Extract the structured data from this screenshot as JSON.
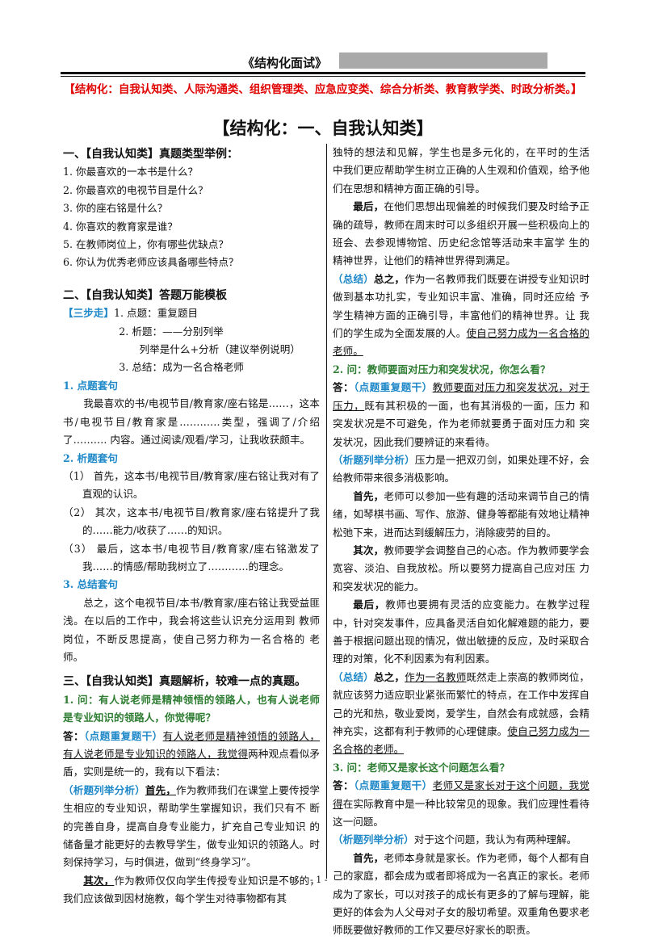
{
  "header": {
    "title": "《结构化面试》",
    "categories": "【结构化：自我认知类、人际沟通类、组织管理类、应急应变类、综合分析类、教育教学类、时政分析类。】",
    "main_title": "【结构化：一、自我认知类】"
  },
  "left": {
    "s1_heading": "一、【自我认知类】真题类型举例：",
    "s1_items": [
      "1. 你最喜欢的一本书是什么？",
      "2. 你最喜欢的电视节目是什么？",
      "3. 你的座右铭是什么？",
      "4. 你喜欢的教育家是谁？",
      "5. 在教师岗位上，你有哪些优缺点？",
      "6. 你认为优秀老师应该具备哪些特点？"
    ],
    "s2_heading": "二、【自我认知类】答题万能模板",
    "steps_tag": "【三步走】",
    "step1": "1. 点题：重复题目",
    "step2": "2. 析题：——分别列举",
    "step2b": "列举是什么+分析（建议举例说明）",
    "step3": "3. 总结：成为一名合格老师",
    "p1_heading": "1. 点题套句",
    "p1_text": "我最喜欢的书/电视节目/教育家/座右铭是……，这本书/电视节目/教育家是…………类型，强调了/介绍了………. 内容。通过阅读/观看/学习，让我收获颇丰。",
    "p2_heading": "2. 析题套句",
    "p2_items": [
      "（1） 首先，这本书/电视节目/教育家/座右铭让我对有了直观的认识。",
      "（2） 其次，这本书/电视节目/教育家/座右铭提升了我的……能力/收获了……的知识。",
      "（3） 最后，这本书/电视节目/教育家/座右铭激发了我……的情感/帮助我树立了…………的理念。"
    ],
    "p3_heading": "3. 总结套句",
    "p3_text": "总之，这个电视节目/本书/教育家/座右铭让我受益匪浅。在以后的工作中，我会将这些认识充分运用到 教师岗位，不断反思提高，使自己努力称为一名合格的 老师。",
    "s3_heading": "三、【自我认知类】真题解析，较难一点的真题。",
    "q1": "1. 问：有人说老师是精神领悟的领路人，也有人说老师 是专业知识的领路人，你觉得呢？",
    "a1_label": "答：",
    "a1_tag": "（点题重复题干）",
    "a1_under": "有人说老师是精神领悟的领路人，有人说老师是专业知识的领路人，我觉得",
    "a1_rest": "两种观点看似矛盾，实则是统一的，我有以下看法：",
    "a2_tag": "（析题列举分析）",
    "a2_first": "首先，",
    "a2_text": "作为教师我们在课堂上要传授学生相应的专业知识，帮助学生掌握知识，我们只有不 断的完善自身，提高自身专业能力，扩充自己专业知识 的储备量才能更好的去教导学生，做专业知识的领路人。时刻保持学习，与时俱进，做到“终身学习”。",
    "a3_second": "其次，",
    "a3_text": "作为教师仅仅向学生传授专业知识是不够的，我们应该做到因材施教，每个学生对待事物都有其"
  },
  "right": {
    "r1_text": "独特的想法和见解，学生也是多元化的，在平时的生活 中我们更应帮助学生树立正确的人生观和价值观，给予他们在思想和精神方面正确的引导。",
    "r2_last": "最后，",
    "r2_text": "在他们思想出现偏差的时候我们要及时给予正确的疏导，教师在周末时可以多组织开展一些积极向上的班会、去参观博物馆、历史纪念馆等活动来丰富学 生的精神世界，让他们的精神世界得到满足。",
    "r3_tag": "（总结）",
    "r3_lead": "总之，",
    "r3_text": "作为一名教师我们既要在讲授专业知识时做到基本功扎实，专业知识丰富、准确，同时还应给 予学生精神方面的正确引导，丰富他们的精神世界。让 我们的学生成为全面发展的人。",
    "r3_under": "使自己努力成为一名合格的老师。",
    "q2": "2. 问：教师要面对压力和突发状况，你怎么看？",
    "q2_label": "答：",
    "q2_tag": "（点题重复题干）",
    "q2_under": "教师要面对压力和突发状况，对于压力，",
    "q2_rest": "既有其积极的一面，也有其消极的一面，压力 和突发状况是不可避免，作为老师就要勇于面对压力和 突发状况，因此我们要辨证的来看待。",
    "q2_a_tag": "（析题列举分析）",
    "q2_a_text": "压力是一把双刃剑，如果处理不好，会给教师带来很多消极影响。",
    "q2_first": "首先，",
    "q2_first_text": "老师可以参加一些有趣的活动来调节自己的情绪，如琴棋书画、写作、旅游、健身等都能有效地让精神松弛下来，进而达到缓解压力，消除疲劳的目的。",
    "q2_second": "其次，",
    "q2_second_text": "教师要学会调整自己的心态。作为教师要学会宽容、淡泊、自我放松。所以要努力提高自己应对压 力和突发状况的能力。",
    "q2_last": "最后，",
    "q2_last_text": "教师也要拥有灵活的应变能力。在教学过程中，针对突发事件，应具备灵活自如化解难题的能力，要善于根据问题出现的情况，做出敏捷的反应，及时采取合理的对策，化不利因素为有利因素。",
    "q2_sum_tag": "（总结）",
    "q2_sum_lead": "总之，",
    "q2_sum_under": "作为一名教师",
    "q2_sum_text": "既然走上崇高的教师岗位，就应该努力适应职业紧张而繁忙的特点，在工作中发挥自己的光和热，敬业爱岗，爱学生，自然会有成就感，会精神充实，这都有利于教师的心理健康。",
    "q2_sum_under2": "使自己努力成为一名合格的老师。",
    "q3": "3. 问：老师又是家长这个问题怎么看？",
    "q3_label": "答：",
    "q3_tag": "（点题重复题干）",
    "q3_under": "老师又是家长对于这个问题，我觉得",
    "q3_rest": "在实际教育中是一种比较常见的现象。我们应理性看待 这一问题。",
    "q3_a_tag": "（析题列举分析）",
    "q3_a_text": "对于这个问题，我认为有两种理解。",
    "q3_first": "首先，",
    "q3_first_text": "老师本身就是家长。作为老师，每个人都有自己的家庭，都会成为或者即将成为一名真正的家长。老师成为了家长，可以对孩子的成长有更多的了解与理解，能更好的体会为人父母对子女的殷切希望。双重角色要求老师既要做好教师的工作又要尽好家长的职责。"
  },
  "footer": {
    "page": "- 1 -"
  }
}
